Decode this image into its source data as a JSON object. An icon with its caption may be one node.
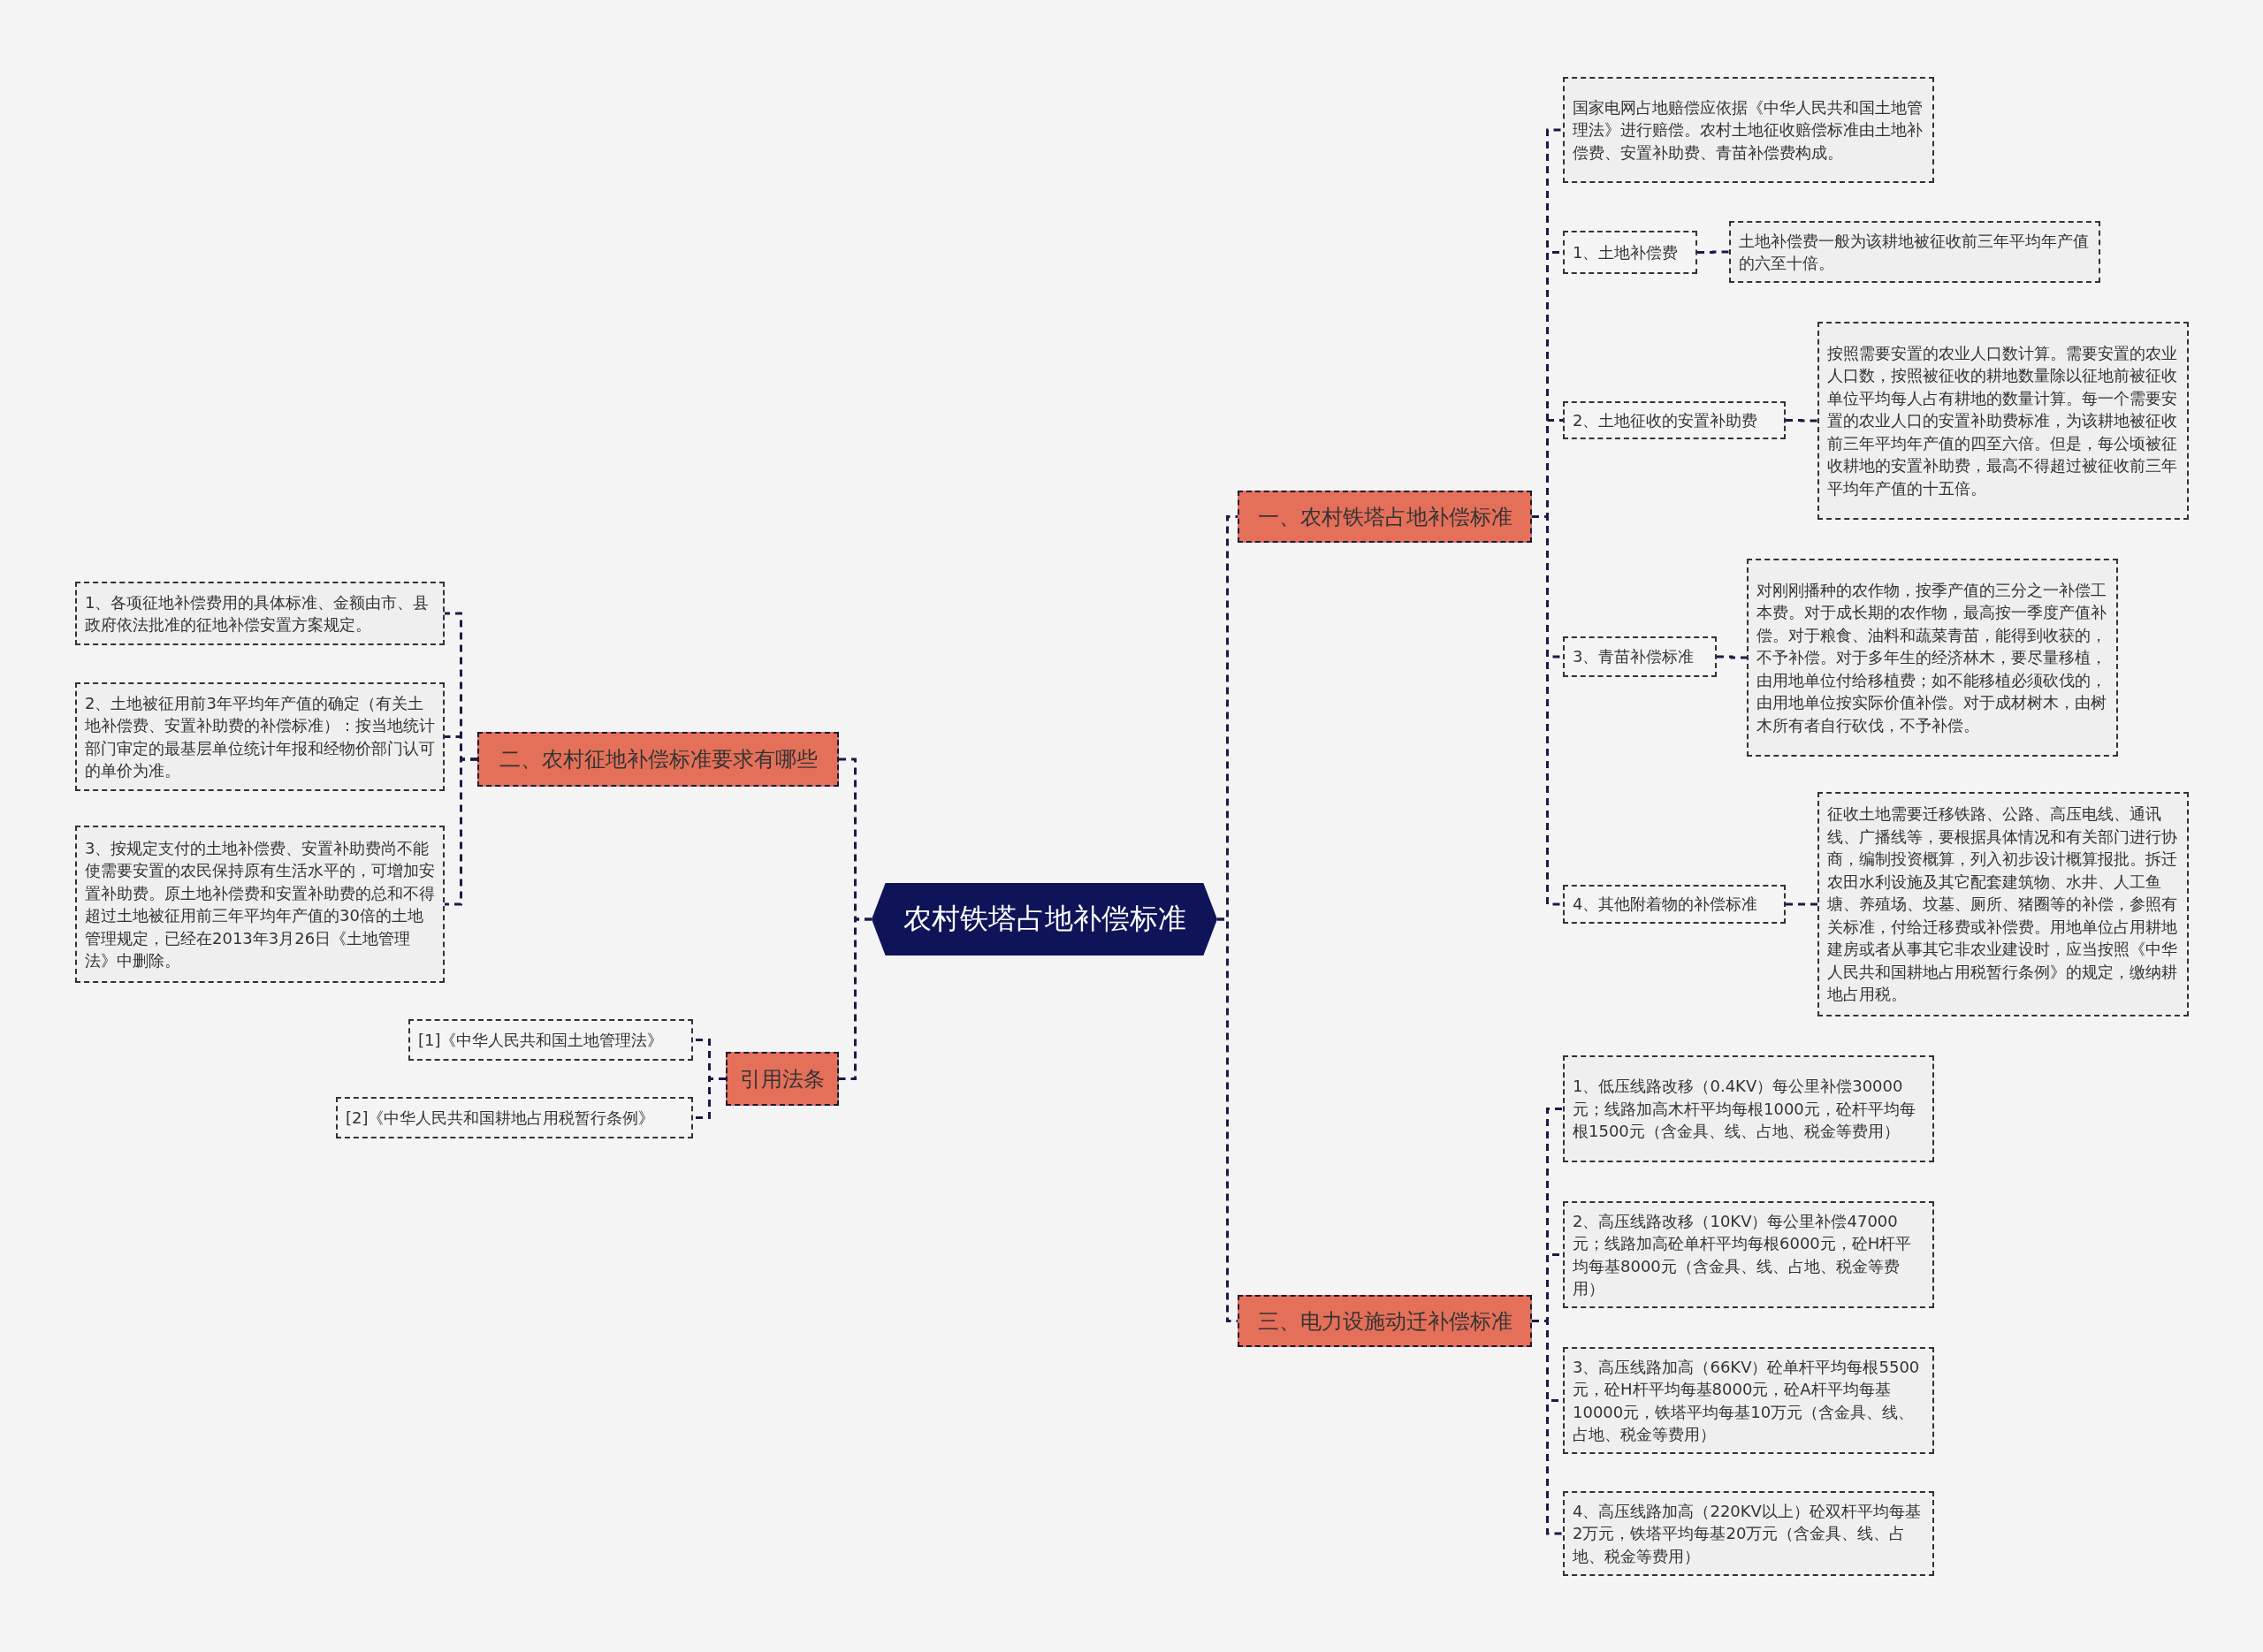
{
  "diagram": {
    "nodes": [
      {
        "text": [
          "农村铁塔占地补偿标准"
        ]
      },
      {
        "text": [
          "一、农村铁塔占地补偿标准"
        ]
      },
      {
        "text": [
          "国家电网占地赔偿应依据《中华人民共和国土地管理法》进行赔偿。农村土地征收赔偿标准由土地补偿费、安置补助费、青苗补偿费构成。"
        ]
      },
      {
        "text": [
          "1、土地补偿费"
        ]
      },
      {
        "text": [
          "土地补偿费一般为该耕地被征收前三年平均年产值的六至十倍。"
        ]
      },
      {
        "text": [
          "2、土地征收的安置补助费"
        ]
      },
      {
        "text": [
          "按照需要安置的农业人口数计算。需要安置的农业人口数，按照被征收的耕地数量除以征地前被征收单位平均每人占有耕地的数量计算。每一个需要安置的农业人口的安置补助费标准，为该耕地被征收前三年平均年产值的四至六倍。但是，每公顷被征收耕地的安置补助费，最高不得超过被征收前三年平均年产值的十五倍。"
        ]
      },
      {
        "text": [
          "3、青苗补偿标准"
        ]
      },
      {
        "text": [
          "对刚刚播种的农作物，按季产值的三分之一补偿工本费。对于成长期的农作物，最高按一季度产值补偿。对于粮食、油料和蔬菜青苗，能得到收获的，不予补偿。对于多年生的经济林木，要尽量移植，由用地单位付给移植费；如不能移植必须砍伐的，由用地单位按实际价值补偿。对于成材树木，由树木所有者自行砍伐，不予补偿。"
        ]
      },
      {
        "text": [
          "4、其他附着物的补偿标准"
        ]
      },
      {
        "text": [
          "征收土地需要迁移铁路、公路、高压电线、通讯线、广播线等，要根据具体情况和有关部门进行协商，编制投资概算，列入初步设计概算报批。拆迁农田水利设施及其它配套建筑物、水井、人工鱼塘、养殖场、坟墓、厕所、猪圈等的补偿，参照有关标准，付给迁移费或补偿费。用地单位占用耕地建房或者从事其它非农业建设时，应当按照《中华人民共和国耕地占用税暂行条例》的规定，缴纳耕地占用税。"
        ]
      },
      {
        "text": [
          "三、电力设施动迁补偿标准"
        ]
      },
      {
        "text": [
          "1、低压线路改移（0.4KV）每公里补偿30000元；线路加高木杆平均每根1000元，砼杆平均每根1500元（含金具、线、占地、税金等费用）"
        ]
      },
      {
        "text": [
          "2、高压线路改移（10KV）每公里补偿47000元；线路加高砼单杆平均每根6000元，砼H杆平均每基8000元（含金具、线、占地、税金等费用）"
        ]
      },
      {
        "text": [
          "3、高压线路加高（66KV）砼单杆平均每根5500元，砼H杆平均每基8000元，砼A杆平均每基10000元，铁塔平均每基10万元（含金具、线、占地、税金等费用）"
        ]
      },
      {
        "text": [
          "4、高压线路加高（220KV以上）砼双杆平均每基2万元，铁塔平均每基20万元（含金具、线、占地、税金等费用）"
        ]
      },
      {
        "text": [
          "二、农村征地补偿标准要求有哪些"
        ]
      },
      {
        "text": [
          "1、各项征地补偿费用的具体标准、金额由市、县政府依法批准的征地补偿安置方案规定。"
        ]
      },
      {
        "text": [
          "2、土地被征用前3年平均年产值的确定（有关土地补偿费、安置补助费的补偿标准）：按当地统计部门审定的最基层单位统计年报和经物价部门认可的单价为准。"
        ]
      },
      {
        "text": [
          "3、按规定支付的土地补偿费、安置补助费尚不能使需要安置的农民保持原有生活水平的，可增加安置补助费。原土地补偿费和安置补助费的总和不得超过土地被征用前三年平均年产值的30倍的土地管理规定，已经在2013年3月26日《土地管理法》中删除。"
        ]
      },
      {
        "text": [
          "引用法条"
        ]
      },
      {
        "text": [
          "[1]《中华人民共和国土地管理法》"
        ]
      },
      {
        "text": [
          "[2]《中华人民共和国耕地占用税暂行条例》"
        ]
      }
    ],
    "edges": [
      {
        "from": 0,
        "to": 1,
        "arrow": "none"
      },
      {
        "from": 0,
        "to": 11,
        "arrow": "none"
      },
      {
        "from": 0,
        "to": 16,
        "arrow": "none"
      },
      {
        "from": 0,
        "to": 20,
        "arrow": "none"
      },
      {
        "from": 1,
        "to": 2,
        "arrow": "none"
      },
      {
        "from": 1,
        "to": 3,
        "arrow": "none"
      },
      {
        "from": 1,
        "to": 5,
        "arrow": "none"
      },
      {
        "from": 1,
        "to": 7,
        "arrow": "none"
      },
      {
        "from": 1,
        "to": 9,
        "arrow": "none"
      },
      {
        "from": 3,
        "to": 4,
        "arrow": "none"
      },
      {
        "from": 5,
        "to": 6,
        "arrow": "none"
      },
      {
        "from": 7,
        "to": 8,
        "arrow": "none"
      },
      {
        "from": 9,
        "to": 10,
        "arrow": "none"
      },
      {
        "from": 11,
        "to": 12,
        "arrow": "none"
      },
      {
        "from": 11,
        "to": 13,
        "arrow": "none"
      },
      {
        "from": 11,
        "to": 14,
        "arrow": "none"
      },
      {
        "from": 11,
        "to": 15,
        "arrow": "none"
      },
      {
        "from": 16,
        "to": 17,
        "arrow": "none"
      },
      {
        "from": 16,
        "to": 18,
        "arrow": "none"
      },
      {
        "from": 16,
        "to": 19,
        "arrow": "none"
      },
      {
        "from": 20,
        "to": 21,
        "arrow": "none"
      },
      {
        "from": 20,
        "to": 22,
        "arrow": "none"
      }
    ]
  }
}
